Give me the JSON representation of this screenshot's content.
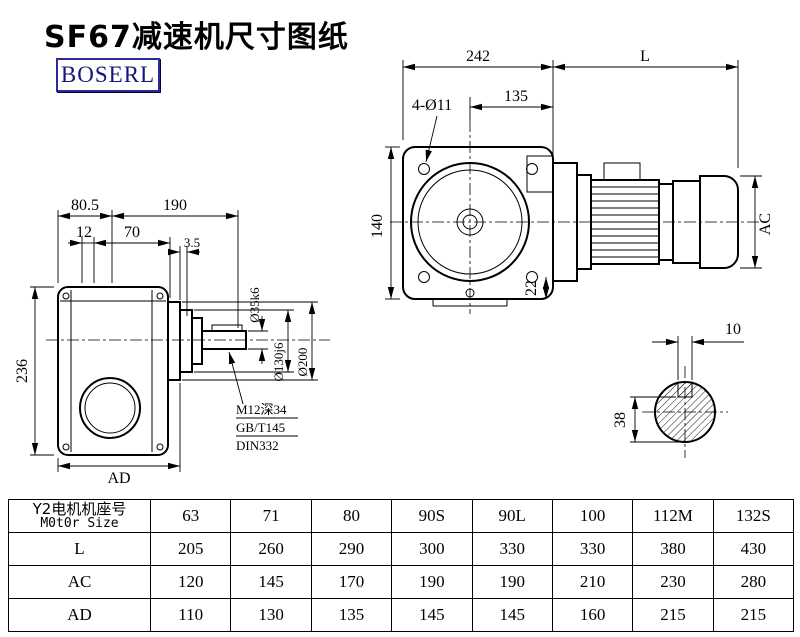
{
  "title": "SF67减速机尺寸图纸",
  "logo": "BOSERL",
  "front_view": {
    "d242": "242",
    "dL": "L",
    "d4o11": "4-Ø11",
    "d135": "135",
    "d140": "140",
    "dAC": "AC",
    "d22": "22"
  },
  "side_view": {
    "d80_5": "80.5",
    "d190": "190",
    "d12": "12",
    "d70": "70",
    "d3_5": "3.5",
    "d236": "236",
    "dAD": "AD",
    "d35": "Ø35k6",
    "d130": "Ø130j6",
    "d200": "Ø200",
    "note1": "M12深34",
    "note2": "GB/T145",
    "note3": "DIN332"
  },
  "shaft_view": {
    "d10": "10",
    "d38": "38"
  },
  "table": {
    "header1": "Y2电机机座号",
    "header2": "M0t0r Size",
    "sizes": [
      "63",
      "71",
      "80",
      "90S",
      "90L",
      "100",
      "112M",
      "132S"
    ],
    "rows": [
      {
        "label": "L",
        "values": [
          "205",
          "260",
          "290",
          "300",
          "330",
          "330",
          "380",
          "430"
        ]
      },
      {
        "label": "AC",
        "values": [
          "120",
          "145",
          "170",
          "190",
          "190",
          "210",
          "230",
          "280"
        ]
      },
      {
        "label": "AD",
        "values": [
          "110",
          "130",
          "135",
          "145",
          "145",
          "160",
          "215",
          "215"
        ]
      }
    ]
  }
}
